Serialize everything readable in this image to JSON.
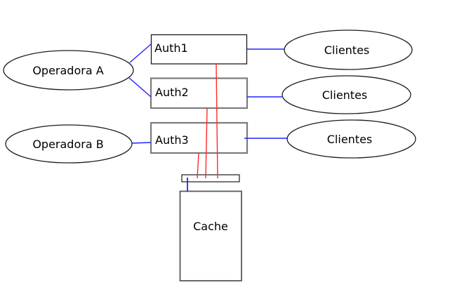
{
  "diagram": {
    "background": "#ffffff",
    "colors": {
      "blue": "#2323ff",
      "red": "#ff2b2b",
      "black_border": "#1c1c1c",
      "gray_border": "#7b7b7b",
      "cache_border": "#5a5a5a",
      "text": "#000000"
    },
    "nodes": {
      "operadora_a": {
        "label": "Operadora A",
        "shape": "ellipse"
      },
      "operadora_b": {
        "label": "Operadora B",
        "shape": "ellipse"
      },
      "auth1": {
        "label": "Auth1",
        "shape": "rectangle"
      },
      "auth2": {
        "label": "Auth2",
        "shape": "rectangle"
      },
      "auth3": {
        "label": "Auth3",
        "shape": "rectangle"
      },
      "clientes_1": {
        "label": "Clientes",
        "shape": "ellipse"
      },
      "clientes_2": {
        "label": "Clientes",
        "shape": "ellipse"
      },
      "clientes_3": {
        "label": "Clientes",
        "shape": "ellipse"
      },
      "bus_bar": {
        "label": "",
        "shape": "rectangle"
      },
      "cache": {
        "label": "Cache",
        "shape": "rectangle"
      }
    },
    "edges": [
      {
        "from": "operadora_a",
        "to": "auth1",
        "color": "blue"
      },
      {
        "from": "operadora_a",
        "to": "auth2",
        "color": "blue"
      },
      {
        "from": "operadora_b",
        "to": "auth3",
        "color": "blue"
      },
      {
        "from": "auth1",
        "to": "clientes_1",
        "color": "blue"
      },
      {
        "from": "auth2",
        "to": "clientes_2",
        "color": "blue"
      },
      {
        "from": "auth3",
        "to": "clientes_3",
        "color": "blue"
      },
      {
        "from": "auth1",
        "to": "bus_bar",
        "color": "red"
      },
      {
        "from": "auth2",
        "to": "bus_bar",
        "color": "red"
      },
      {
        "from": "auth3",
        "to": "bus_bar",
        "color": "red"
      },
      {
        "from": "bus_bar",
        "to": "cache",
        "color": "blue"
      }
    ]
  }
}
